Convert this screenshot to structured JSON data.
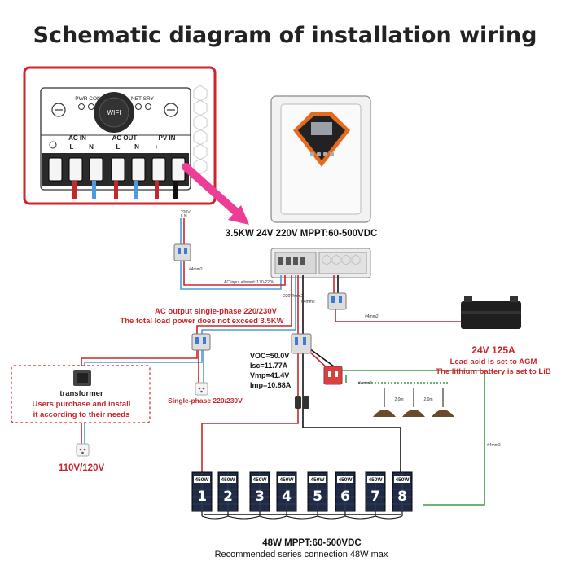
{
  "title": "Schematic diagram of installation wiring",
  "terminal_panel": {
    "pwr_con": "PWR CON",
    "net_sry": "NET SRY",
    "wifi": "WIFI",
    "ac_in": "AC IN",
    "ac_out": "AC OUT",
    "pv_in": "PV IN",
    "L": "L",
    "N": "N",
    "plus": "+",
    "minus": "−"
  },
  "inverter": {
    "model": "3.5KW 24V 220V MPPT:60-500VDC",
    "input_tag": "220V",
    "ln_tag": "L N"
  },
  "wiring": {
    "gauge_4mm2": "#4mm2",
    "ac_input_allowed": "AC input allowed: 170-220V",
    "ac_cable": "220V/mm2"
  },
  "ac_output": {
    "line1": "AC output single-phase 220/230V",
    "line2": "The total load power does not exceed 3.5KW"
  },
  "outlet_label": "Single-phase 220/230V",
  "transformer": {
    "title": "transformer",
    "line1": "Users purchase and install",
    "line2": "it according to their needs",
    "output": "110V/120V"
  },
  "battery": {
    "rating": "24V 125A",
    "line1": "Lead acid is set to AGM",
    "line2": "The lithium battery is set to LiB"
  },
  "pv_specs": {
    "voc": "VOC=50.0V",
    "isc": "Isc=11.77A",
    "vmp": "Vmp=41.4V",
    "imp": "Imp=10.88A"
  },
  "ground_distance": "2.0m",
  "panels": {
    "watt": "450W",
    "numbers": [
      "1",
      "2",
      "3",
      "4",
      "5",
      "6",
      "7",
      "8"
    ]
  },
  "footer": {
    "line1": "48W   MPPT:60-500VDC",
    "line2": "Recommended series connection 48W max"
  },
  "colors": {
    "red_wire": "#c8262b",
    "blue_wire": "#4a9be0",
    "green_wire": "#3a9a4a",
    "accent_text": "#c8262b",
    "arrow": "#ee3d96",
    "panel_frame": "#d2232a"
  }
}
